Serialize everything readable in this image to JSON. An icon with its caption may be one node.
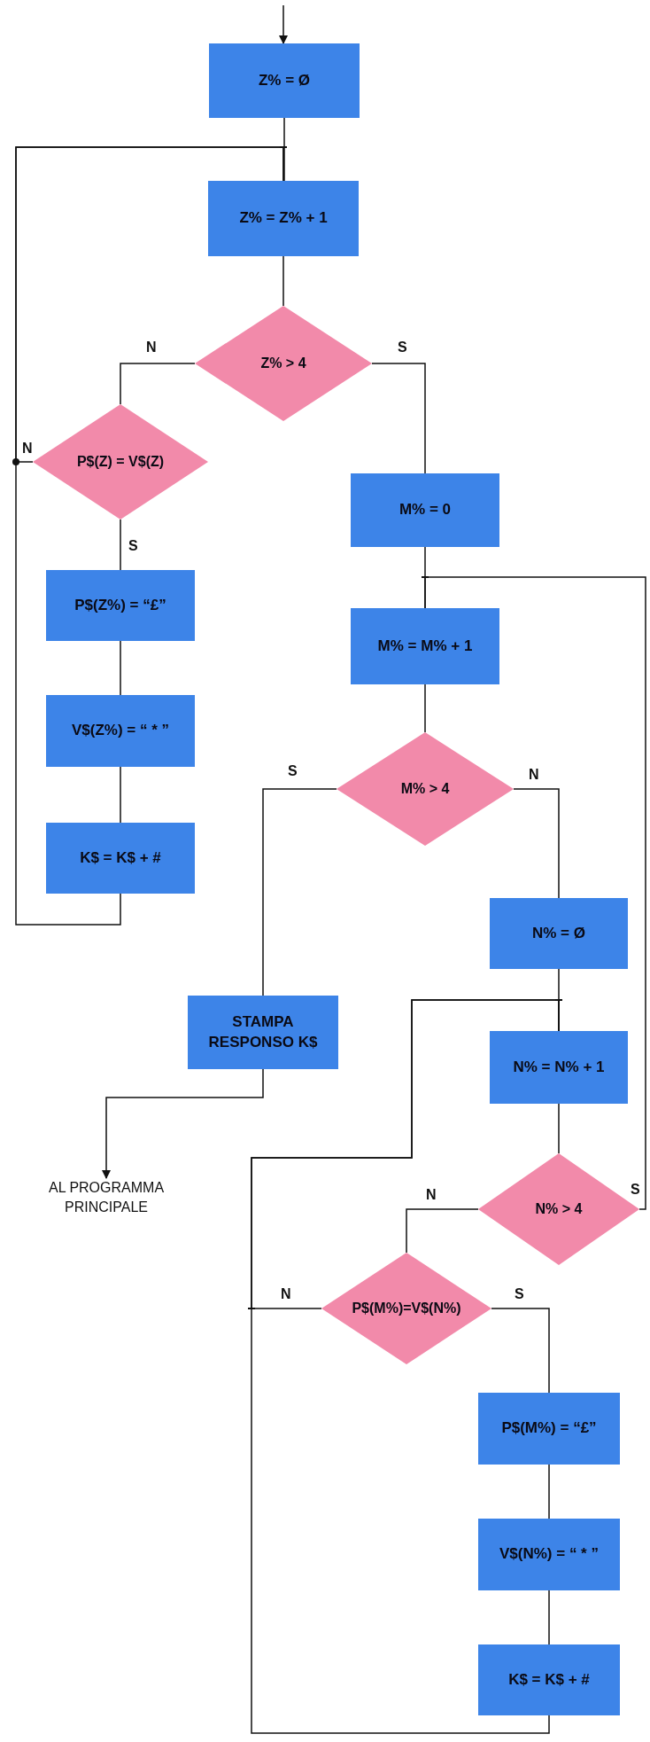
{
  "diagram": {
    "nodes": [
      {
        "text": [
          "Z% = Ø"
        ]
      },
      {
        "text": [
          "Z% = Z% + 1"
        ]
      },
      {
        "text": [
          "Z% > 4"
        ]
      },
      {
        "text": [
          "P$(Z) = V$(Z)"
        ]
      },
      {
        "text": [
          "P$(Z%) = “£”"
        ]
      },
      {
        "text": [
          "V$(Z%) = “ * ”"
        ]
      },
      {
        "text": [
          "K$ = K$ + #"
        ]
      },
      {
        "text": [
          "M% = 0"
        ]
      },
      {
        "text": [
          "M% = M% + 1"
        ]
      },
      {
        "text": [
          "M% > 4"
        ]
      },
      {
        "text": [
          "STAMPA RESPONSO K$"
        ]
      },
      {
        "text": [
          "AL PROGRAMMA PRINCIPALE"
        ]
      },
      {
        "text": [
          "N% = Ø"
        ]
      },
      {
        "text": [
          "N% = N% + 1"
        ]
      },
      {
        "text": [
          "N% > 4"
        ]
      },
      {
        "text": [
          "P$(M%)=V$(N%)"
        ]
      },
      {
        "text": [
          "P$(M%) = “£”"
        ]
      },
      {
        "text": [
          "V$(N%) = “ * ”"
        ]
      },
      {
        "text": [
          "K$ = K$ + #"
        ]
      }
    ],
    "edges": [
      {
        "from": null,
        "to": 0,
        "arrow": "to"
      },
      {
        "from": 0,
        "to": 1,
        "arrow": "none"
      },
      {
        "from": 1,
        "to": 2,
        "arrow": "none"
      },
      {
        "from": 2,
        "to": 3,
        "arrow": "none",
        "label": "N"
      },
      {
        "from": 2,
        "to": 7,
        "arrow": "none",
        "label": "S"
      },
      {
        "from": 3,
        "to": 4,
        "arrow": "none",
        "label": "S"
      },
      {
        "from": 3,
        "to": 1,
        "arrow": "none",
        "label": "N"
      },
      {
        "from": 4,
        "to": 5,
        "arrow": "none"
      },
      {
        "from": 5,
        "to": 6,
        "arrow": "none"
      },
      {
        "from": 6,
        "to": 1,
        "arrow": "none"
      },
      {
        "from": 7,
        "to": 8,
        "arrow": "none"
      },
      {
        "from": 8,
        "to": 9,
        "arrow": "none"
      },
      {
        "from": 9,
        "to": 10,
        "arrow": "none",
        "label": "S"
      },
      {
        "from": 9,
        "to": 12,
        "arrow": "none",
        "label": "N"
      },
      {
        "from": 10,
        "to": 11,
        "arrow": "to"
      },
      {
        "from": 12,
        "to": 13,
        "arrow": "none"
      },
      {
        "from": 13,
        "to": 14,
        "arrow": "none"
      },
      {
        "from": 14,
        "to": 15,
        "arrow": "none",
        "label": "N"
      },
      {
        "from": 14,
        "to": 8,
        "arrow": "none",
        "label": "S"
      },
      {
        "from": 15,
        "to": 16,
        "arrow": "none",
        "label": "S"
      },
      {
        "from": 15,
        "to": 13,
        "arrow": "none",
        "label": "N"
      },
      {
        "from": 16,
        "to": 17,
        "arrow": "none"
      },
      {
        "from": 17,
        "to": 18,
        "arrow": "none"
      },
      {
        "from": 18,
        "to": 13,
        "arrow": "none"
      }
    ]
  }
}
